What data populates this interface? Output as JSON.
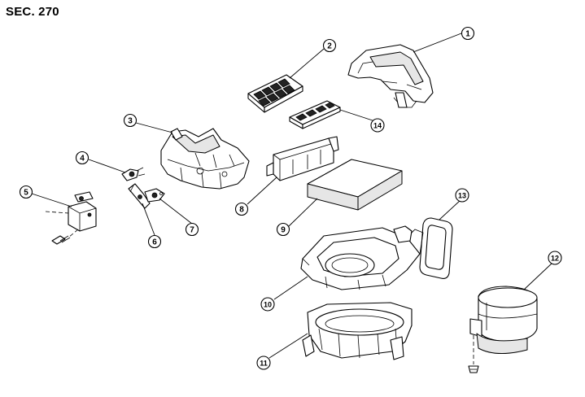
{
  "header": {
    "section_label": "SEC. 270"
  },
  "callouts": [
    {
      "id": "1",
      "label": "1"
    },
    {
      "id": "2",
      "label": "2"
    },
    {
      "id": "3",
      "label": "3"
    },
    {
      "id": "4",
      "label": "4"
    },
    {
      "id": "5",
      "label": "5"
    },
    {
      "id": "6",
      "label": "6"
    },
    {
      "id": "7",
      "label": "7"
    },
    {
      "id": "8",
      "label": "8"
    },
    {
      "id": "9",
      "label": "9"
    },
    {
      "id": "10",
      "label": "10"
    },
    {
      "id": "11",
      "label": "11"
    },
    {
      "id": "12",
      "label": "12"
    },
    {
      "id": "13",
      "label": "13"
    },
    {
      "id": "14",
      "label": "14"
    }
  ]
}
